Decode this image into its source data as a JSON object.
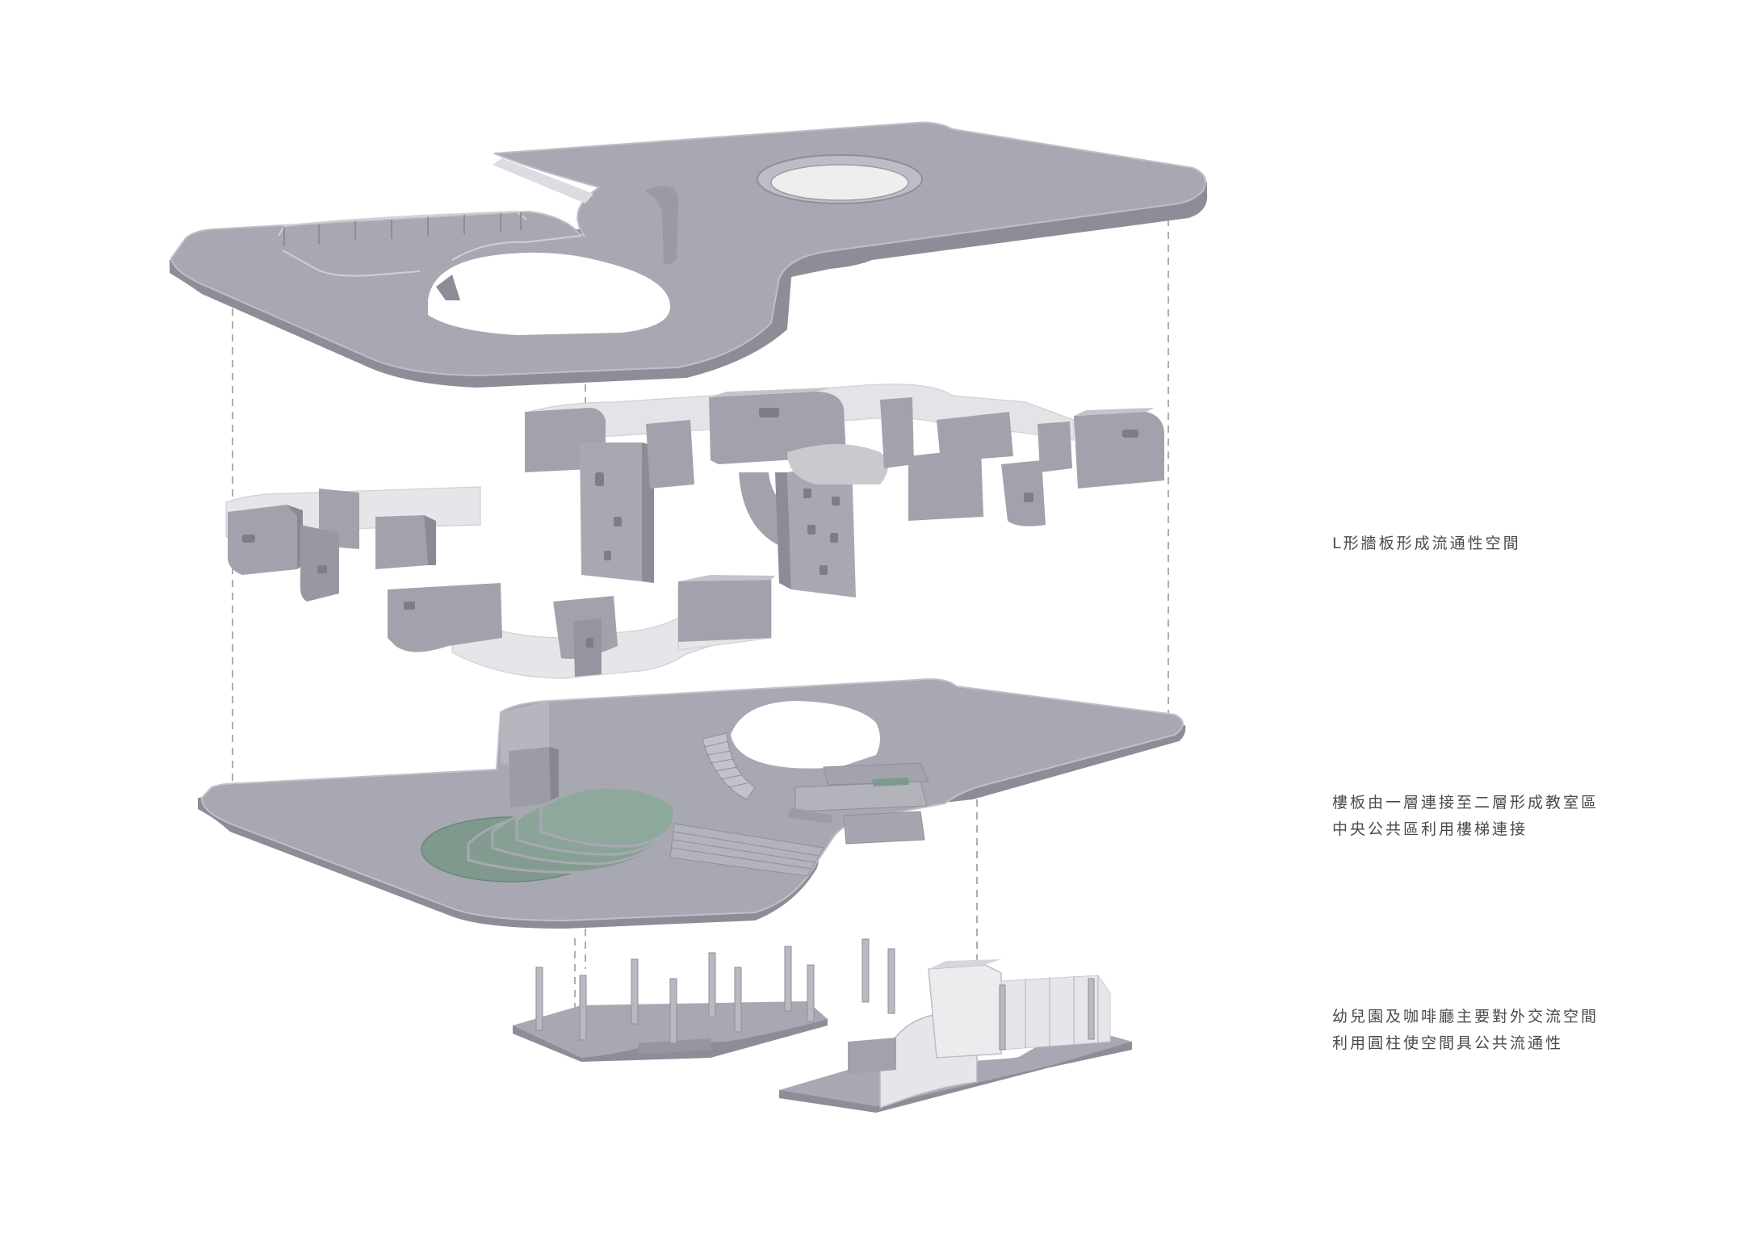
{
  "annotations": [
    {
      "lines": [
        "L形牆板形成流通性空間"
      ]
    },
    {
      "lines": [
        "樓板由一層連接至二層形成教室區",
        "中央公共區利用樓梯連接"
      ]
    },
    {
      "lines": [
        "幼兒園及咖啡廳主要對外交流空間",
        "利用圓柱使空間具公共流通性"
      ]
    }
  ],
  "colors": {
    "slab_top": "#a7a7b1",
    "slab_edge": "#8d8d98",
    "wall_face": "#a2a2ad",
    "wall_side": "#8a8a95",
    "wall_top": "#c4c4cc",
    "glass": "#e4e4e8",
    "amphitheater": "#7f9a8c",
    "skylight": "#eeeeee",
    "guide_line": "#8a8a8a",
    "text": "#4a4a4a"
  }
}
